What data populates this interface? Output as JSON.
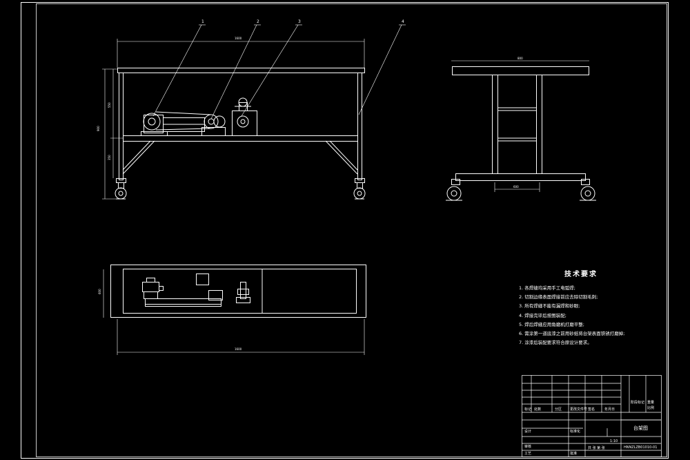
{
  "technical_requirements": {
    "title": "技术要求",
    "items": [
      "1. 各焊缝均采用手工电弧焊;",
      "2. 切割边缘表面焊接前应去除切割毛刺;",
      "3. 所有焊缝不能有漏焊和砂眼;",
      "4. 焊接完毕后按图装配;",
      "5. 焊后焊缝应用角磨机打磨平整;",
      "6. 需涂第一道底漆之前用砂纸将台架表面铁锈打磨掉;",
      "7. 涂漆后装配要求符合原设计要求。"
    ]
  },
  "callouts": [
    "1",
    "2",
    "3",
    "4"
  ],
  "dimensions": {
    "front_top": "1600",
    "front_height": "900",
    "front_upper": "550",
    "front_lower": "350",
    "side_top": "800",
    "side_bottom": "600",
    "plan_length": "1600",
    "plan_depth": "600"
  },
  "title_block": {
    "drawing_name": "台架图",
    "drawing_number": "HNNZLZB01010-01",
    "scale": "1:10",
    "designer_label": "设计",
    "review_label": "审核",
    "process_label": "工艺",
    "standard_label": "标准化",
    "approve_label": "批准",
    "sheet_label": "共 张 第 张",
    "headers": [
      "标记",
      "处数",
      "分区",
      "更改文件号",
      "签名",
      "年月日"
    ],
    "stage_labels": [
      "阶段标记",
      "重量",
      "比例"
    ]
  },
  "colors": {
    "background": "#000000",
    "line": "#ffffff"
  }
}
